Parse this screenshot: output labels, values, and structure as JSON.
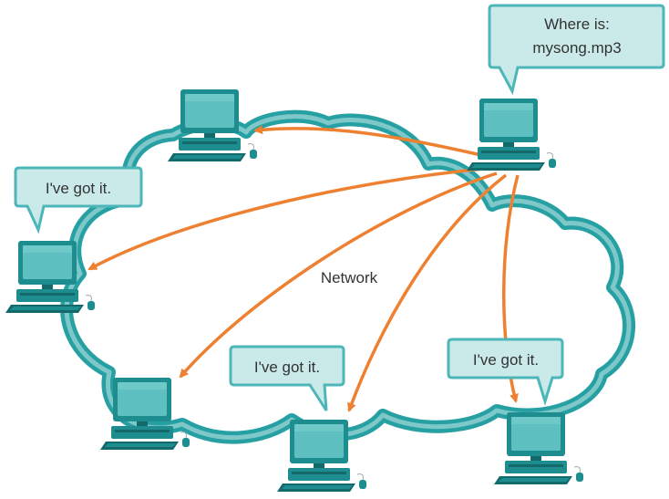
{
  "diagram": {
    "network_label": "Network",
    "colors": {
      "cloud_outline": "#26A0A3",
      "cloud_inner_light": "#9CD6D5",
      "arrow": "#EE8131",
      "bubble_fill": "#C9EAE9",
      "bubble_stroke": "#4DB6B8",
      "computer_body": "#1E8D8F",
      "computer_screen": "#5FC0C1",
      "computer_dark": "#14696B",
      "text": "#333333"
    },
    "computers": [
      {
        "name": "top-left-computer",
        "icon": "desktop-computer-icon"
      },
      {
        "name": "requester-computer",
        "icon": "desktop-computer-icon"
      },
      {
        "name": "left-computer",
        "icon": "desktop-computer-icon"
      },
      {
        "name": "bottom-left-computer",
        "icon": "desktop-computer-icon"
      },
      {
        "name": "bottom-middle-computer",
        "icon": "desktop-computer-icon"
      },
      {
        "name": "bottom-right-computer",
        "icon": "desktop-computer-icon"
      }
    ],
    "bubbles": {
      "query": {
        "line1": "Where is:",
        "line2": "mysong.mp3"
      },
      "left": "I've got it.",
      "middle": "I've got it.",
      "right": "I've got it."
    }
  }
}
